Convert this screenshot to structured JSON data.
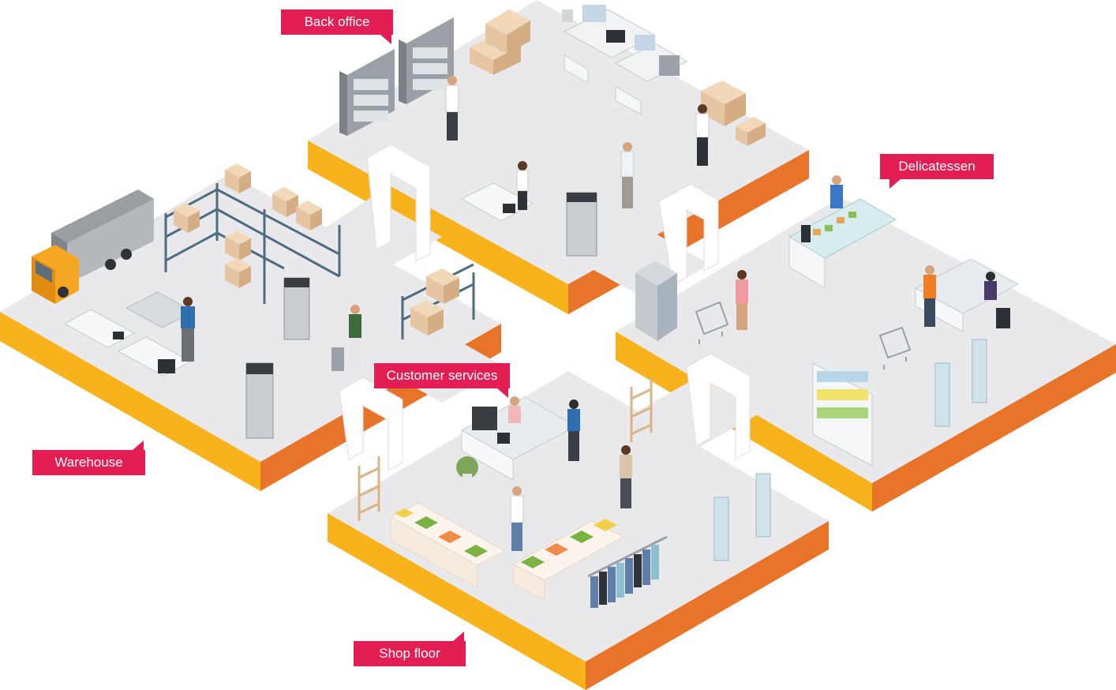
{
  "labels": {
    "back_office": "Back office",
    "delicatessen": "Delicatessen",
    "customer_services": "Customer services",
    "warehouse": "Warehouse",
    "shop_floor": "Shop floor"
  },
  "colors": {
    "floor": "#e9e9ec",
    "floor_edge_left": "#f7b21c",
    "floor_edge_right": "#e8742a",
    "label_bg": "#e31e54",
    "label_text": "#ffffff",
    "box": "#e6c6a2",
    "shelf": "#4d6d7f",
    "truck_body": "#9a9ea3",
    "truck_cab": "#f5a623",
    "garment_green": "#7bb342",
    "garment_orange": "#f08a4b",
    "garment_yellow": "#f2d04a",
    "denim": "#5f7fa8"
  },
  "icons": [
    "printer-icon",
    "person-icon",
    "truck-icon",
    "shelf-icon",
    "box-icon",
    "cart-icon",
    "fridge-icon",
    "plant-icon",
    "security-gate-icon"
  ]
}
